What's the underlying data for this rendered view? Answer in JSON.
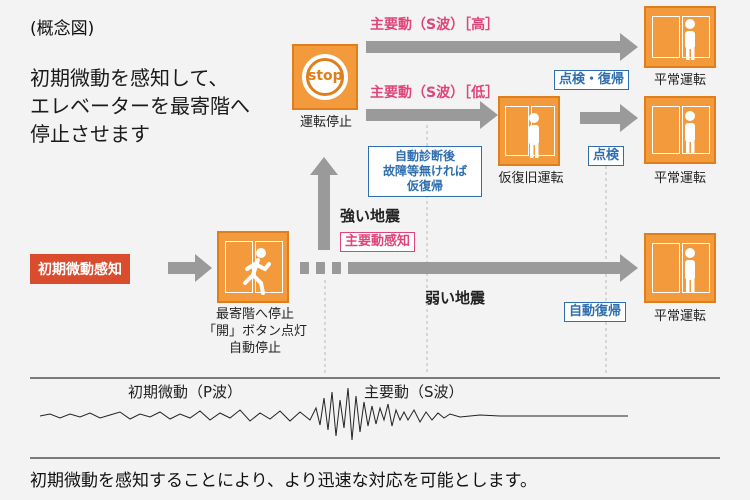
{
  "concept_label": "(概念図)",
  "heading_line1": "初期微動を感知して、",
  "heading_line2": "エレベーターを最寄階へ",
  "heading_line3": "停止させます",
  "trigger_label": "初期微動感知",
  "nearest_floor_line1": "最寄階へ停止",
  "nearest_floor_line2": "「開」ボタン点灯",
  "nearest_floor_line3": "自動停止",
  "stop_sign_text": "stop",
  "operation_stop_label": "運転停止",
  "strong_quake_label": "強い地震",
  "weak_quake_label": "弱い地震",
  "main_motion_detect_tag": "主要動感知",
  "s_wave_high_tag": "主要動（S波）［高］",
  "s_wave_low_tag": "主要動（S波）［低］",
  "self_diag_line1": "自動診断後",
  "self_diag_line2": "故障等無ければ",
  "self_diag_line3": "仮復帰",
  "temp_restore_label": "仮復旧運転",
  "inspection_restore_tag": "点検・復帰",
  "inspection_tag": "点検",
  "auto_restore_tag": "自動復帰",
  "normal_operation_label_1": "平常運転",
  "normal_operation_label_2": "平常運転",
  "normal_operation_label_3": "平常運転",
  "p_wave_label": "初期微動（P波）",
  "s_wave_label": "主要動（S波）",
  "bottom_caption": "初期微動を感知することにより、より迅速な対応を可能とします。",
  "colors": {
    "elevator_orange": "#f39a3c",
    "arrow_gray": "#9a9a9a",
    "accent_pink": "#e0457a",
    "accent_blue": "#2f6fb0",
    "trigger_red": "#d94c2e"
  }
}
